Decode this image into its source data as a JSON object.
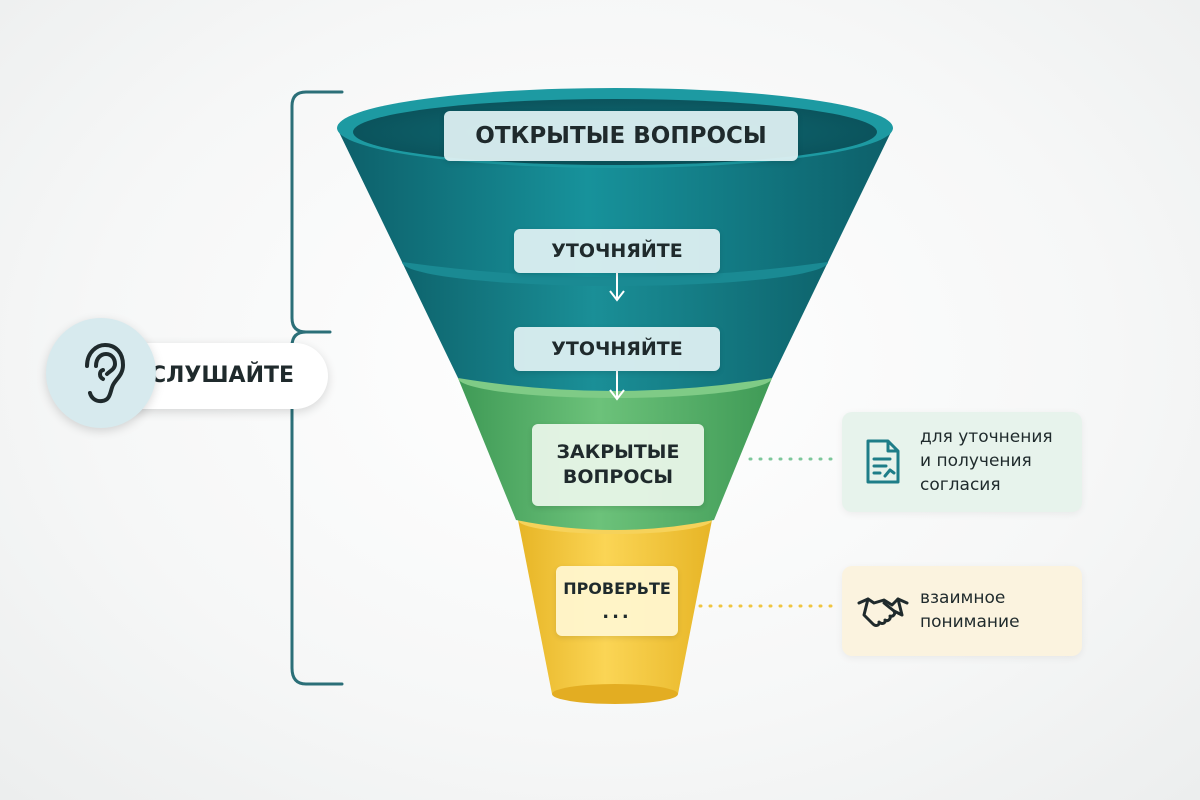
{
  "funnel": {
    "open_questions": "Открытые вопросы",
    "clarify_1": "Уточняйте",
    "clarify_2": "Уточняйте",
    "closed_questions": [
      "Закрытые",
      "вопросы"
    ],
    "check": "Проверьте",
    "check_ellipsis": "..."
  },
  "side": {
    "listen": "Слушайте"
  },
  "notes": {
    "agreement": [
      "для уточнения",
      "и получения",
      "согласия"
    ],
    "mutual": [
      "взаимное",
      "понимание"
    ]
  },
  "icons": {
    "listen": "ear-icon",
    "agreement": "document-check-icon",
    "mutual": "handshake-icon"
  },
  "colors": {
    "teal_dark": "#0f6e78",
    "teal": "#13838d",
    "green": "#5fb56b",
    "yellow": "#f4c842",
    "bracket": "#2b6f78"
  }
}
